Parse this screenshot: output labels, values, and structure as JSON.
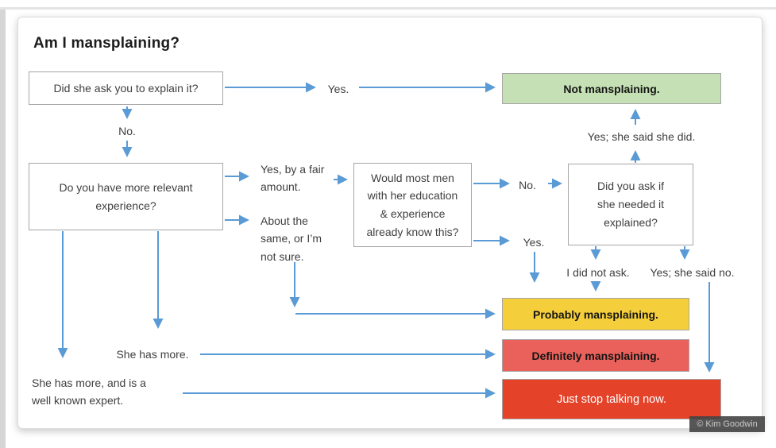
{
  "page": {
    "title": "Am I mansplaining?",
    "watermark": "© Kim Goodwin"
  },
  "colors": {
    "arrow": "#5B9BD5",
    "node_border": "#A6A6A6",
    "green": "#C5E0B4",
    "yellow": "#F5CE3B",
    "salmon": "#E9615A",
    "red": "#E4432A"
  },
  "questions": {
    "ask_explain": "Did she ask you to explain it?",
    "more_experience": "Do you have more relevant experience?",
    "most_men_know": "Would most men with her education & experience already know this?",
    "ask_needed": "Did you ask if she needed it explained?"
  },
  "outcomes": {
    "not": "Not mansplaining.",
    "probably": "Probably mansplaining.",
    "definitely": "Definitely mansplaining.",
    "stop": "Just stop talking now."
  },
  "edges": {
    "yes_top": "Yes.",
    "no_top": "No.",
    "yes_fair": "Yes, by a fair amount.",
    "about_same": "About the same, or I’m not sure.",
    "no_mid": "No.",
    "yes_mid": "Yes.",
    "said_she_did": "Yes; she said she did.",
    "did_not_ask": "I did not ask.",
    "said_no": "Yes; she said no.",
    "she_has_more": "She has more.",
    "she_has_more_expert": "She has more, and is a well known expert."
  }
}
